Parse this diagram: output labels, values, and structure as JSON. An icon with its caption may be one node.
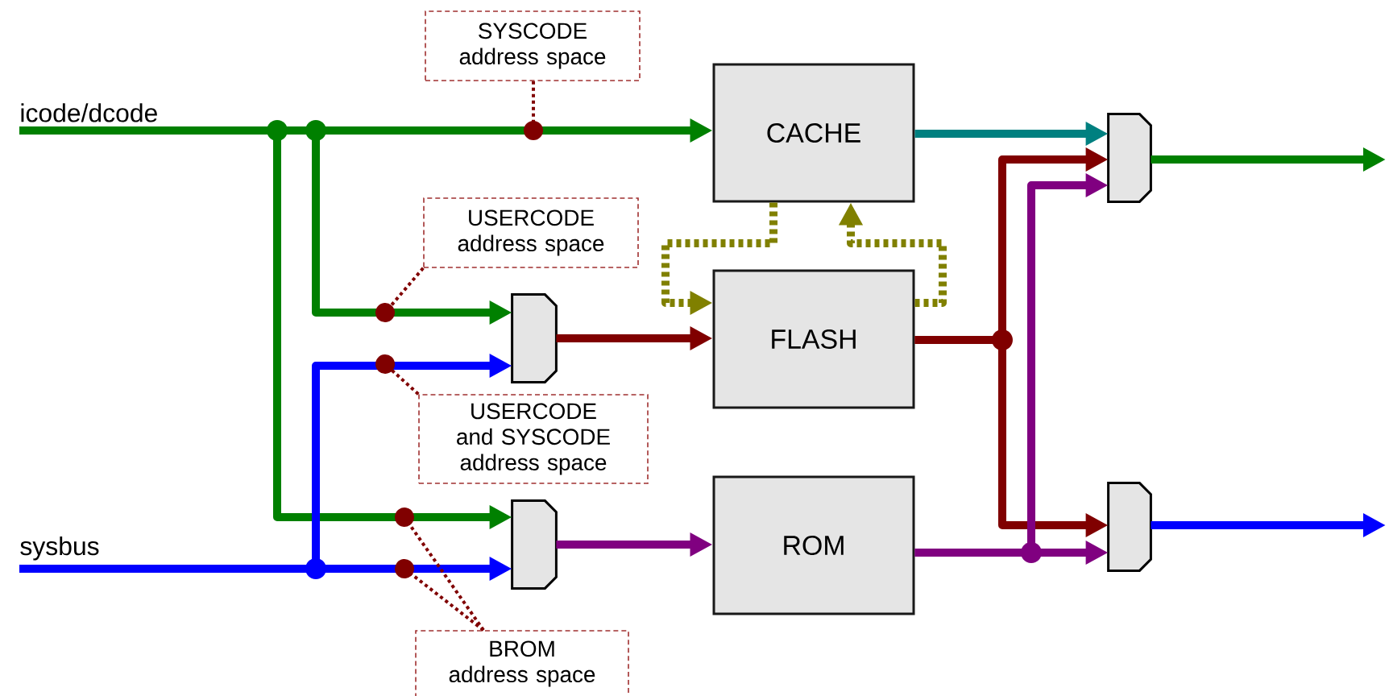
{
  "diagram": {
    "nodes": [
      {
        "text": [
          "icode/dcode"
        ]
      },
      {
        "text": [
          "sysbus"
        ]
      },
      {
        "text": [
          "CACHE"
        ]
      },
      {
        "text": [
          "FLASH"
        ]
      },
      {
        "text": [
          "ROM"
        ]
      },
      {
        "text": [],
        "shape": "mux"
      },
      {
        "text": [],
        "shape": "mux"
      },
      {
        "text": [],
        "shape": "mux"
      },
      {
        "text": [],
        "shape": "mux"
      },
      {
        "text": [
          "SYSCODE address space"
        ]
      },
      {
        "text": [
          "USERCODE address space"
        ]
      },
      {
        "text": [
          "USERCODE and SYSCODE address space"
        ]
      },
      {
        "text": [
          "BROM address space"
        ]
      }
    ],
    "edges": [
      {
        "from": 0,
        "to": 2,
        "arrow": "to",
        "color": "#008000"
      },
      {
        "from": 0,
        "to": 5,
        "arrow": "to",
        "color": "#008000"
      },
      {
        "from": 0,
        "to": 6,
        "arrow": "to",
        "color": "#008000"
      },
      {
        "from": 1,
        "to": 6,
        "arrow": "to",
        "color": "#0000ff"
      },
      {
        "from": 1,
        "to": 5,
        "arrow": "to",
        "color": "#0000ff"
      },
      {
        "from": 5,
        "to": 3,
        "arrow": "to",
        "color": "#800000"
      },
      {
        "from": 6,
        "to": 4,
        "arrow": "to",
        "color": "#800080"
      },
      {
        "from": 2,
        "to": 7,
        "arrow": "to",
        "color": "#008080"
      },
      {
        "from": 3,
        "to": 7,
        "arrow": "to",
        "color": "#800000"
      },
      {
        "from": 3,
        "to": 8,
        "arrow": "to",
        "color": "#800000"
      },
      {
        "from": 4,
        "to": 7,
        "arrow": "to",
        "color": "#800080"
      },
      {
        "from": 4,
        "to": 8,
        "arrow": "to",
        "color": "#800080"
      },
      {
        "from": 7,
        "to": null,
        "arrow": "to",
        "color": "#008000"
      },
      {
        "from": 8,
        "to": null,
        "arrow": "to",
        "color": "#0000ff"
      },
      {
        "from": 2,
        "to": 3,
        "arrow": "to",
        "style": "dashed",
        "color": "#808000"
      },
      {
        "from": 3,
        "to": 2,
        "arrow": "to",
        "style": "dashed",
        "color": "#808000"
      },
      {
        "from": 9,
        "to": null,
        "arrow": "other",
        "style": "dashed",
        "color": "#800000"
      },
      {
        "from": 10,
        "to": null,
        "arrow": "other",
        "style": "dashed",
        "color": "#800000"
      },
      {
        "from": 11,
        "to": null,
        "arrow": "other",
        "style": "dashed",
        "color": "#800000"
      },
      {
        "from": 12,
        "to": null,
        "arrow": "other",
        "style": "dashed",
        "color": "#800000"
      },
      {
        "from": 12,
        "to": null,
        "arrow": "other",
        "style": "dashed",
        "color": "#800000"
      }
    ]
  }
}
